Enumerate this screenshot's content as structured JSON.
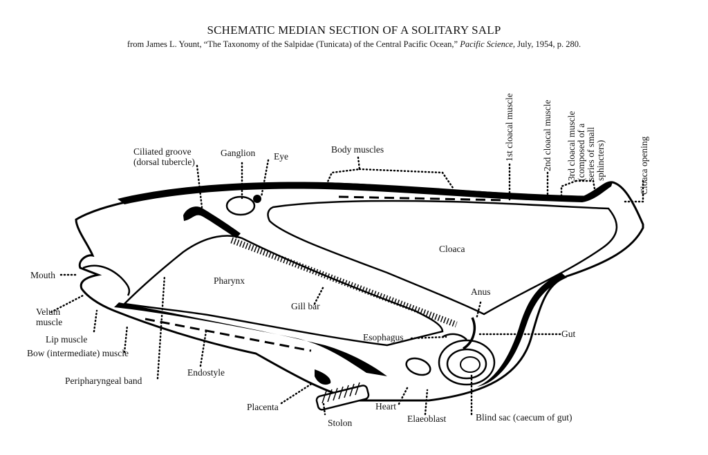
{
  "title": "SCHEMATIC MEDIAN SECTION OF A SOLITARY SALP",
  "source": {
    "prefix": "from James L. Yount, “The Taxonomy of the Salpidae (Tunicata) of the Central Pacific Ocean,”",
    "journal": "Pacific Science,",
    "suffix": "July, 1954, p. 280."
  },
  "labels": {
    "ciliated_groove_1": "Ciliated groove",
    "ciliated_groove_2": "(dorsal tubercle)",
    "ganglion": "Ganglion",
    "eye": "Eye",
    "body_muscles": "Body muscles",
    "cloacal_muscle_1": "1st cloacal muscle",
    "cloacal_muscle_2": "2nd cloacal muscle",
    "cloacal_muscle_3_a": "3rd cloacal muscle",
    "cloacal_muscle_3_b": "(composed of a",
    "cloacal_muscle_3_c": "series of small",
    "cloacal_muscle_3_d": "sphincters)",
    "cloaca_opening": "Cloaca opening",
    "cloaca": "Cloaca",
    "mouth": "Mouth",
    "pharynx": "Pharynx",
    "anus": "Anus",
    "gill_bar": "Gill bar",
    "velum_muscle_1": "Velum",
    "velum_muscle_2": "muscle",
    "esophagus": "Esophagus",
    "gut": "Gut",
    "lip_muscle": "Lip muscle",
    "bow_muscle": "Bow (intermediate) muscle",
    "endostyle": "Endostyle",
    "peripharyngeal_band": "Peripharyngeal band",
    "placenta": "Placenta",
    "heart": "Heart",
    "elaeoblast": "Elaeoblast",
    "blind_sac": "Blind sac (caecum of gut)",
    "stolon": "Stolon"
  }
}
